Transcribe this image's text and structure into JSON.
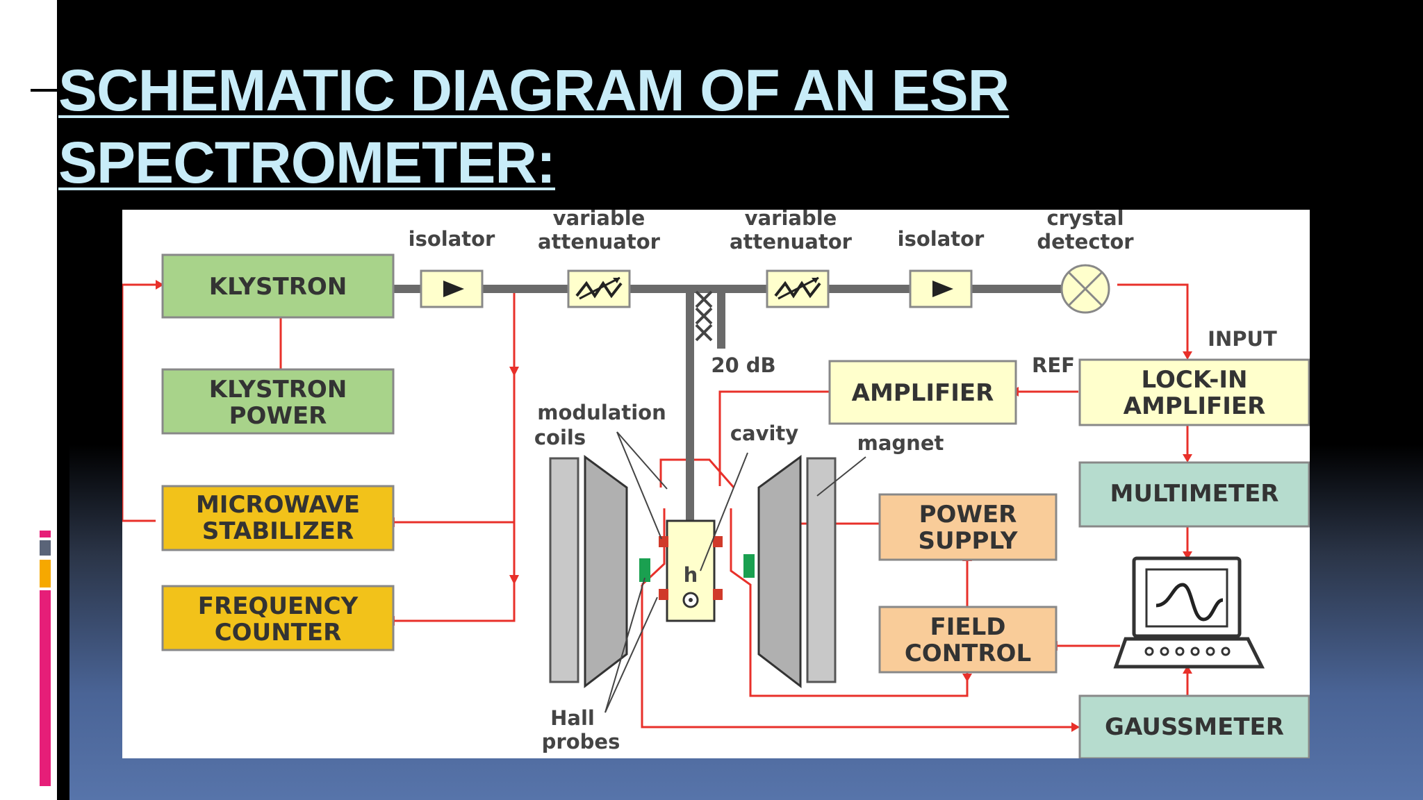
{
  "slide": {
    "title_line1": "SCHEMATIC DIAGRAM OF AN ESR",
    "title_line2": "SPECTROMETER:"
  },
  "colors": {
    "title_text": "#c8ecf8",
    "green_box": "#a8d38a",
    "yellow_box": "#f2c21a",
    "cream_box": "#ffffcc",
    "peach_box": "#f9cc99",
    "teal_box": "#b6dcce",
    "red_line": "#e8302a",
    "waveguide": "#6a6a6a",
    "accent_pink": "#e61e78",
    "accent_orange": "#f6a800",
    "accent_gray": "#5a6478"
  },
  "diagram": {
    "boxes": {
      "klystron": [
        "KLYSTRON"
      ],
      "klystron_power": [
        "KLYSTRON",
        "POWER"
      ],
      "microwave_stabilizer": [
        "MICROWAVE",
        "STABILIZER"
      ],
      "frequency_counter": [
        "FREQUENCY",
        "COUNTER"
      ],
      "amplifier": [
        "AMPLIFIER"
      ],
      "lock_in_amplifier": [
        "LOCK-IN",
        "AMPLIFIER"
      ],
      "multimeter": [
        "MULTIMETER"
      ],
      "power_supply": [
        "POWER",
        "SUPPLY"
      ],
      "field_control": [
        "FIELD",
        "CONTROL"
      ],
      "gaussmeter": [
        "GAUSSMETER"
      ]
    },
    "labels": {
      "isolator_1": [
        "isolator"
      ],
      "variable_attenuator_1": [
        "variable",
        "attenuator"
      ],
      "variable_attenuator_2": [
        "variable",
        "attenuator"
      ],
      "isolator_2": [
        "isolator"
      ],
      "crystal_detector": [
        "crystal",
        "detector"
      ],
      "input": [
        "INPUT"
      ],
      "ref": [
        "REF"
      ],
      "coupler_db": [
        "20 dB"
      ],
      "modulation_coils": [
        "modulation",
        "coils"
      ],
      "cavity": [
        "cavity"
      ],
      "magnet": [
        "magnet"
      ],
      "hall_probes": [
        "Hall",
        "probes"
      ],
      "cavity_field_symbol": [
        "h"
      ]
    },
    "icons": [
      "isolator-triangle-icon",
      "variable-attenuator-icon",
      "crystal-detector-icon",
      "computer-waveform-icon"
    ]
  }
}
